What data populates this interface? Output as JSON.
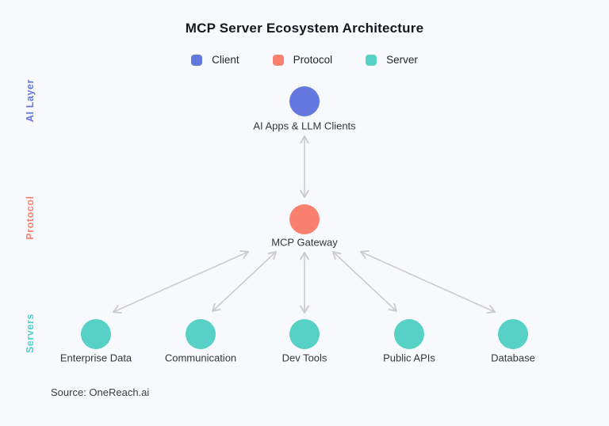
{
  "title": "MCP Server Ecosystem Architecture",
  "legend": {
    "items": [
      {
        "label": "Client",
        "color": "#6377de"
      },
      {
        "label": "Protocol",
        "color": "#f9806e"
      },
      {
        "label": "Server",
        "color": "#57d1c6"
      }
    ]
  },
  "layers": {
    "ai": {
      "label": "AI Layer",
      "color": "#6377de"
    },
    "protocol": {
      "label": "Protocol",
      "color": "#f9806e"
    },
    "servers": {
      "label": "Servers",
      "color": "#4fd0c9"
    }
  },
  "nodes": {
    "client": {
      "label": "AI Apps & LLM Clients",
      "type": "client"
    },
    "gateway": {
      "label": "MCP Gateway",
      "type": "protocol"
    },
    "servers": [
      {
        "label": "Enterprise Data",
        "type": "server"
      },
      {
        "label": "Communication",
        "type": "server"
      },
      {
        "label": "Dev Tools",
        "type": "server"
      },
      {
        "label": "Public APIs",
        "type": "server"
      },
      {
        "label": "Database",
        "type": "server"
      }
    ]
  },
  "connections": [
    "client-gateway",
    "gateway-enterprise-data",
    "gateway-communication",
    "gateway-dev-tools",
    "gateway-public-apis",
    "gateway-database"
  ],
  "source": "Source: OneReach.ai",
  "colors": {
    "client": "#6377de",
    "protocol": "#f9806e",
    "server": "#57d1c6",
    "arrow": "#cbcbcb",
    "background": "#f8f9fc",
    "title_text": "#16181d"
  }
}
